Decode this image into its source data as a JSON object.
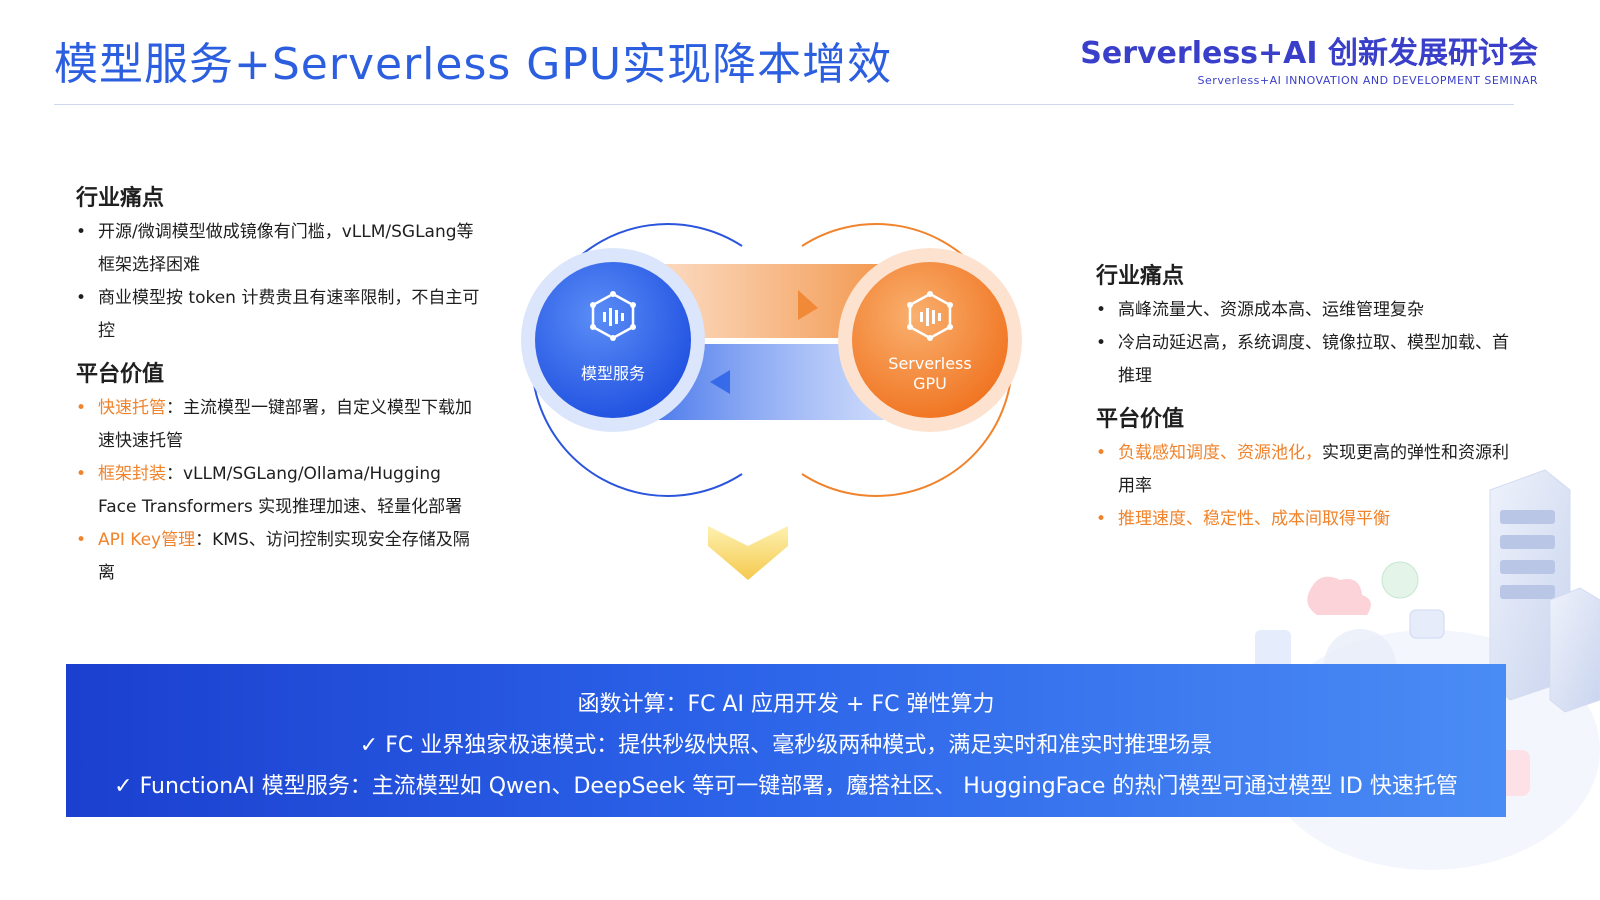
{
  "header": {
    "title": "模型服务+Serverless GPU实现降本增效",
    "brand_main": "Serverless+AI 创新发展研讨会",
    "brand_sub": "Serverless+AI INNOVATION AND DEVELOPMENT SEMINAR"
  },
  "left": {
    "pain_title": "行业痛点",
    "pain_points": [
      "开源/微调模型做成镜像有门槛，vLLM/SGLang等框架选择困难",
      "商业模型按 token 计费贵且有速率限制，不自主可控"
    ],
    "value_title": "平台价值",
    "value_points": [
      {
        "highlight": "快速托管",
        "text": "：主流模型一键部署，自定义模型下载加速快速托管"
      },
      {
        "highlight": "框架封装",
        "text": "：vLLM/SGLang/Ollama/Hugging Face Transformers 实现推理加速、轻量化部署"
      },
      {
        "highlight": "API Key管理",
        "text": "：KMS、访问控制实现安全存储及隔离"
      }
    ]
  },
  "diagram": {
    "left_node": "模型服务",
    "right_node_line1": "Serverless",
    "right_node_line2": "GPU",
    "icon_left": "ai-chip-icon",
    "icon_right": "ai-chip-icon",
    "colors": {
      "blue": "#2b62e8",
      "orange": "#f0832b"
    }
  },
  "right": {
    "pain_title": "行业痛点",
    "pain_points": [
      "高峰流量大、资源成本高、运维管理复杂",
      "冷启动延迟高，系统调度、镜像拉取、模型加载、首推理"
    ],
    "value_title": "平台价值",
    "value_points": [
      {
        "highlight": "负载感知调度、资源池化，",
        "text": "实现更高的弹性和资源利用率"
      },
      {
        "highlight": "推理速度、稳定性、成本间取得平衡",
        "text": ""
      }
    ]
  },
  "banner": {
    "line1": "函数计算：FC AI 应用开发 + FC 弹性算力",
    "line2": "✓ FC 业界独家极速模式：提供秒级快照、毫秒级两种模式，满足实时和准实时推理场景",
    "line3": "✓ FunctionAI 模型服务：主流模型如 Qwen、DeepSeek 等可一键部署，魔搭社区、 HuggingFace 的热门模型可通过模型 ID 快速托管"
  }
}
